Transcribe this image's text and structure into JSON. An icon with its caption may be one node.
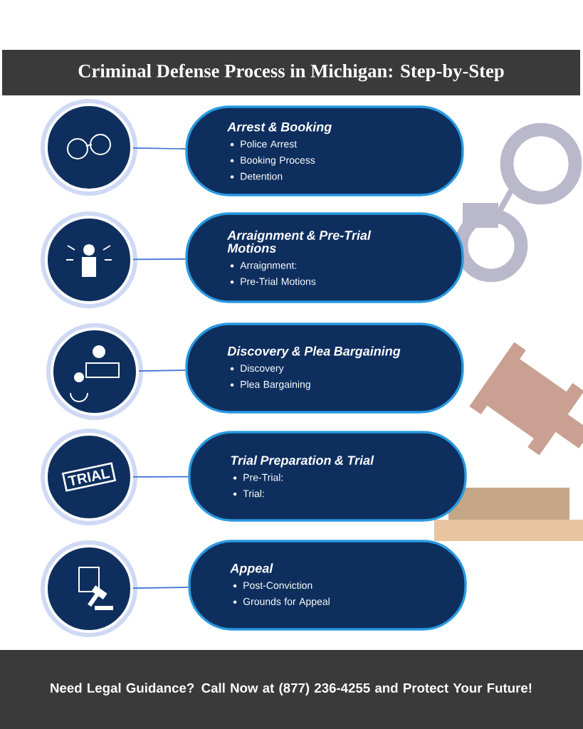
{
  "diagram": {
    "title": "Criminal Defense Process in Michigan: Step-by-Step",
    "nodes": [
      {
        "text": [],
        "shape": "circle"
      },
      {
        "text": [
          "Arrest & Booking",
          "Police Arrest",
          "Booking Process",
          "Detention"
        ]
      },
      {
        "text": [],
        "shape": "circle"
      },
      {
        "text": [
          "Arraignment & Pre-Trial Motions",
          "Arraignment:",
          "Pre-Trial Motions"
        ]
      },
      {
        "text": [],
        "shape": "circle"
      },
      {
        "text": [
          "Discovery & Plea Bargaining",
          "Discovery",
          "Plea Bargaining"
        ]
      },
      {
        "text": [
          "TRIAL"
        ]
      },
      {
        "text": [
          "Trial Preparation & Trial",
          "Pre-Trial:",
          "Trial:"
        ]
      },
      {
        "text": [],
        "shape": "circle"
      },
      {
        "text": [
          "Appeal",
          "Post-Conviction",
          "Grounds for Appeal"
        ]
      }
    ],
    "edges": [
      {
        "from": 0,
        "to": 1,
        "arrow": "none"
      },
      {
        "from": 2,
        "to": 3,
        "arrow": "none"
      },
      {
        "from": 4,
        "to": 5,
        "arrow": "none"
      },
      {
        "from": 6,
        "to": 7,
        "arrow": "none"
      },
      {
        "from": 8,
        "to": 9,
        "arrow": "none"
      }
    ],
    "labels": [
      "Need Legal Guidance? Call Now at (877) 236-4255 and Protect Your Future!"
    ]
  }
}
